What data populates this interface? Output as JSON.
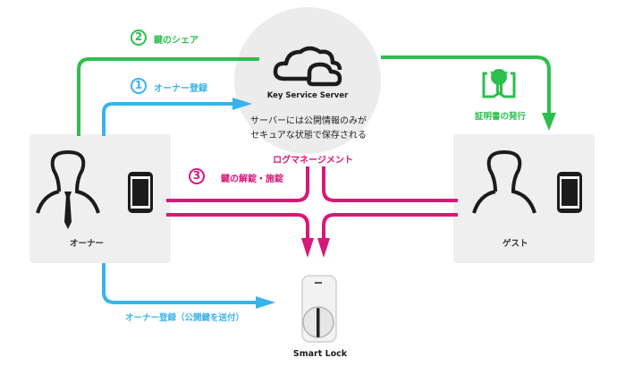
{
  "colors": {
    "green": "#2cbf4e",
    "blue": "#3ab3ea",
    "magenta": "#d8177a",
    "dark": "#1c1c1c",
    "box": "#efefef"
  },
  "server": {
    "name": "Key Service Server",
    "desc_line1": "サーバーには公開情報のみが",
    "desc_line2": "セキュアな状態で保存される",
    "icon": "cloud-icon"
  },
  "steps": [
    {
      "number": "2",
      "label": "鍵のシェア",
      "color": "green"
    },
    {
      "number": "1",
      "label": "オーナー登録",
      "color": "blue"
    },
    {
      "number": "3",
      "label": "鍵の解錠・施錠",
      "color": "magenta"
    }
  ],
  "log_management": "ログマネージメント",
  "certificate": {
    "label": "証明書の発行",
    "icon": "certificate-icon"
  },
  "owner": {
    "label": "オーナー",
    "icon": "owner-person-icon",
    "device_icon": "smartphone-icon"
  },
  "guest": {
    "label": "ゲスト",
    "icon": "guest-person-icon",
    "device_icon": "smartphone-icon"
  },
  "owner_registration_note": "オーナー登録（公開鍵を送付）",
  "smart_lock": {
    "label": "Smart Lock",
    "icon": "smart-lock-icon"
  }
}
